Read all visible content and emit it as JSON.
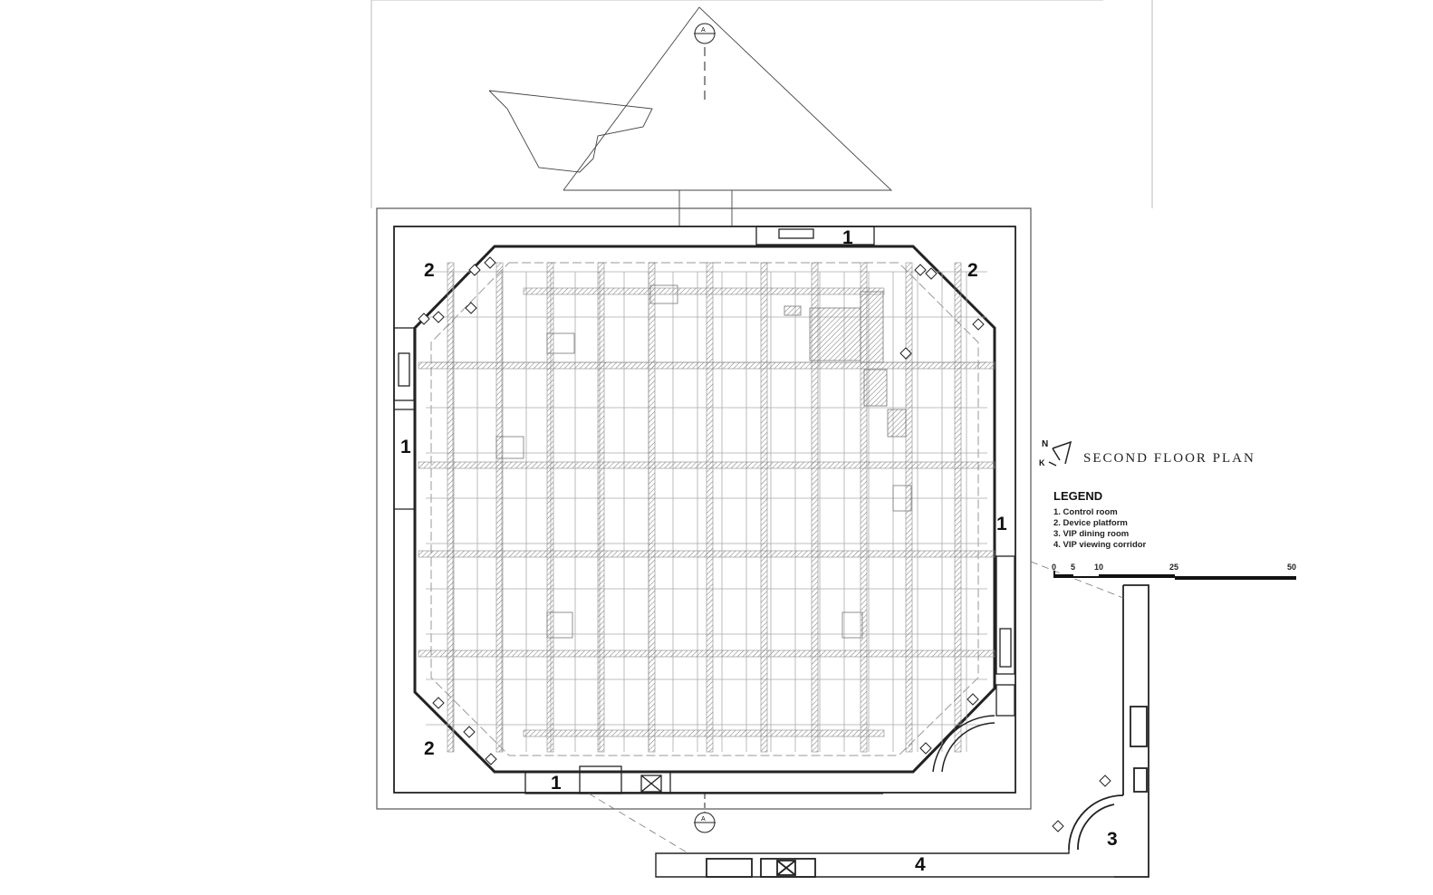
{
  "plan": {
    "title": "SECOND FLOOR PLAN",
    "north": {
      "letter": "N",
      "secondary": "K"
    },
    "section_marker": "A",
    "room_labels": {
      "control_room_top": "1",
      "control_room_left": "1",
      "control_room_right": "1",
      "control_room_bottom": "1",
      "device_platform_tl": "2",
      "device_platform_tr": "2",
      "device_platform_bl": "2",
      "vip_dining": "3",
      "vip_corridor": "4"
    }
  },
  "legend": {
    "title": "LEGEND",
    "items": [
      "1. Control room",
      "2. Device platform",
      "3. VIP dining room",
      "4. VIP viewing corridor"
    ]
  },
  "scale_bar": {
    "ticks": [
      "0",
      "5",
      "10",
      "25",
      "50"
    ]
  },
  "colors": {
    "line": "#222222",
    "light_line": "#888888",
    "hatch": "#9a9a9a",
    "background": "#ffffff"
  }
}
